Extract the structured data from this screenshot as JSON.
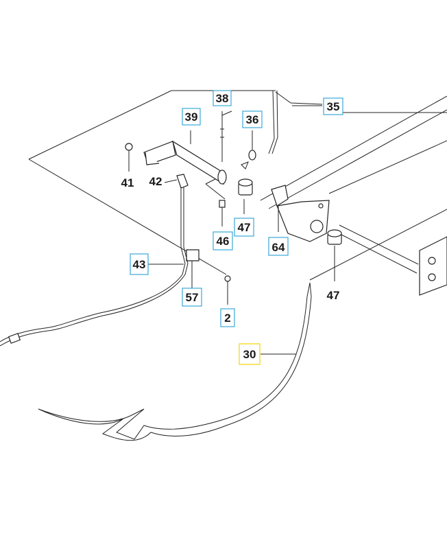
{
  "colors": {
    "callout_box": "#3aa8d8",
    "highlight_box": "#f5d400",
    "line": "#222222",
    "label_text": "#1a1a1a"
  },
  "callouts": {
    "p2": "2",
    "p30": "30",
    "p35": "35",
    "p36": "36",
    "p38": "38",
    "p39": "39",
    "p41": "41",
    "p42": "42",
    "p43": "43",
    "p46": "46",
    "p47a": "47",
    "p47b": "47",
    "p57": "57",
    "p64": "64"
  },
  "highlighted_part": "30"
}
